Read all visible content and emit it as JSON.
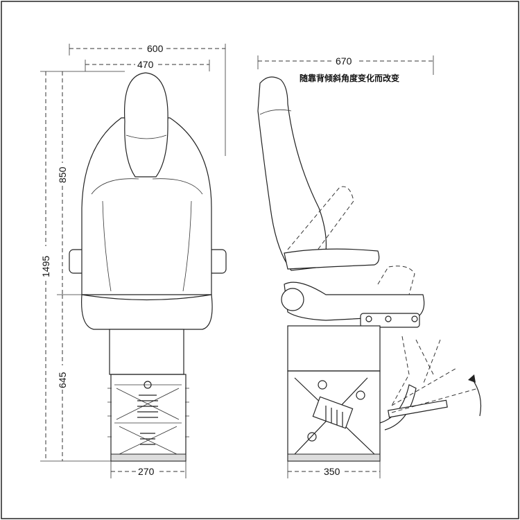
{
  "dimensions": {
    "front_overall_width": "600",
    "front_back_width": "470",
    "total_height": "1495",
    "backrest_height": "850",
    "base_height": "645",
    "front_base_width": "270",
    "side_depth": "670",
    "side_base_width": "350"
  },
  "note": "随靠背倾斜角度变化而改变"
}
